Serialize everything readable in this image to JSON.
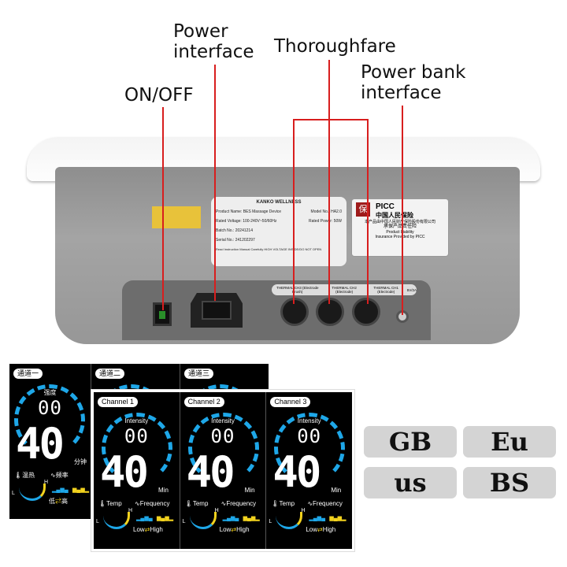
{
  "callouts": {
    "power_interface": "Power\ninterface",
    "on_off": "ON/OFF",
    "thoroughfare": "Thoroughfare",
    "power_bank": "Power bank\ninterface"
  },
  "device_label": {
    "brand": "KANKO WELLNESS",
    "product": "Product Name: BES Massage Device",
    "model": "Model No.: HA2.0",
    "voltage": "Rated Voltage: 100-240V~50/60Hz",
    "power": "Rated Power: 50W",
    "batch": "Batch No.: 20241214",
    "serial": "Serial No.: 241202297",
    "warning": "Read Instruction Manual Carefully   HIGH VOLTAGE INSIDE/DO NOT OPEN"
  },
  "insurance_label": {
    "brand": "PICC",
    "name_cn": "中国人民保险",
    "line1": "本产品由中国人民财产保险股份有限公司",
    "line2": "承保产品责任险",
    "line3": "Product Liability",
    "line4": "Insurance Provided by PICC",
    "stamp": "保"
  },
  "ports": {
    "ch3": "THERMAL CH3 (Electrode Brush)",
    "ch2": "THERMAL CH2 (Electrode)",
    "ch1": "THERMAL CH1 (Electrode)",
    "dc": "5V/2A"
  },
  "back_panel": {
    "channels": [
      "通道一",
      "通道二",
      "通道三"
    ],
    "intensity": "强度",
    "digits_small": "00",
    "digits_big": "40",
    "unit": "分钟",
    "temp": "温热",
    "freq": "频率",
    "low": "低",
    "high": "高",
    "l": "L",
    "h": "H"
  },
  "front_panel": {
    "channels": [
      "Channel 1",
      "Channel 2",
      "Channel 3"
    ],
    "intensity": "Intensity",
    "digits_small": "00",
    "digits_big": "40",
    "unit": "Min",
    "temp": "Temp",
    "freq": "Frequency",
    "low": "Low",
    "high": "High",
    "l": "L",
    "h": "H"
  },
  "plug_types": [
    "GB",
    "Eu",
    "us",
    "BS"
  ],
  "colors": {
    "accent_blue": "#1ea7e8",
    "accent_yellow": "#f2d21e",
    "leader_red": "#d81e1e"
  }
}
